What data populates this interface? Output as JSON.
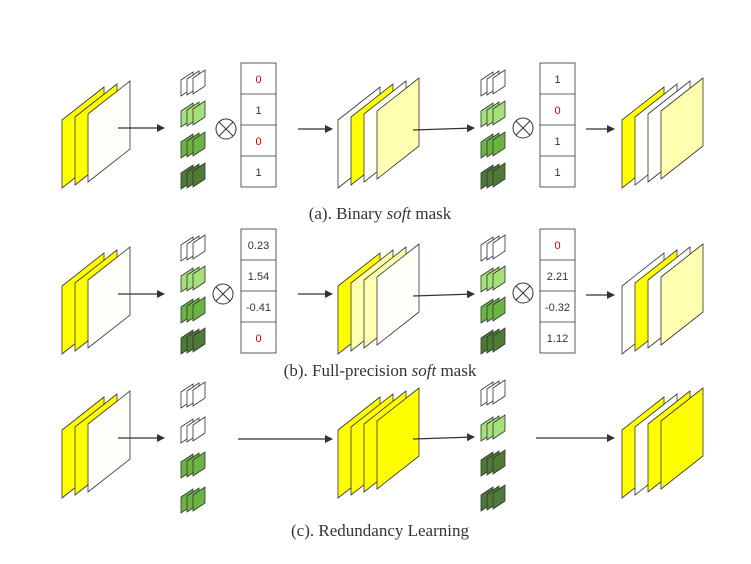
{
  "colors": {
    "feature_yellow": "#ffff00",
    "feature_light_yellow": "#ffffb0",
    "feature_white": "#fffffa",
    "filter_white": "#ffffff",
    "filter_light_green": "#a6e07a",
    "filter_mid_green": "#6cb344",
    "filter_dark_green": "#4d7a34",
    "mask_zero": "#cc0000",
    "mask_nonzero": "#333333",
    "arrow": "#333333"
  },
  "icons": {
    "multiply": "circle-times-icon",
    "arrow": "arrow-right-icon"
  },
  "panels": [
    {
      "id": "a",
      "caption": {
        "prefix": "(a). Binary ",
        "italic": "soft",
        "suffix": " mask"
      },
      "mask1": [
        "0",
        "1",
        "0",
        "1"
      ],
      "mask2": [
        "1",
        "0",
        "1",
        "1"
      ]
    },
    {
      "id": "b",
      "caption": {
        "prefix": "(b). Full-precision ",
        "italic": "soft",
        "suffix": " mask"
      },
      "mask1": [
        "0.23",
        "1.54",
        "-0.41",
        "0"
      ],
      "mask2": [
        "0",
        "2.21",
        "-0.32",
        "1.12"
      ]
    },
    {
      "id": "c",
      "caption": {
        "prefix": "(c). Redundancy Learning",
        "italic": "",
        "suffix": ""
      }
    }
  ]
}
